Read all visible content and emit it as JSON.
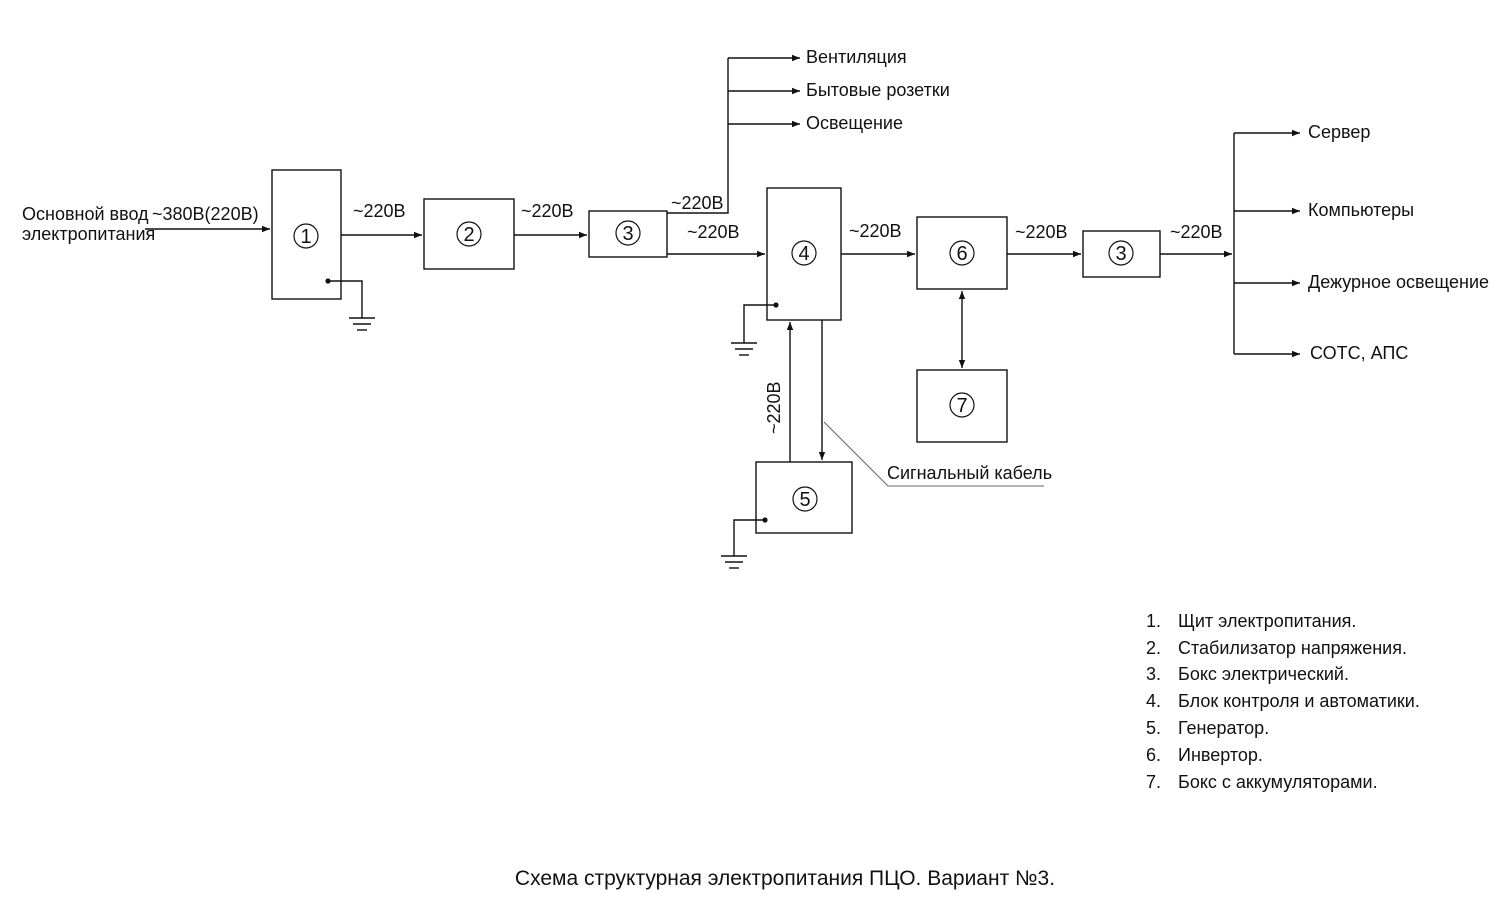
{
  "input_label": [
    "Основной ввод",
    "электропитания"
  ],
  "voltages": {
    "main_in": "~380В(220В)",
    "v1": "~220В",
    "v2": "~220В",
    "v3_top": "~220В",
    "v3_bottom": "~220В",
    "v4": "~220В",
    "v6": "~220В",
    "v3b": "~220В",
    "gen": "~220В"
  },
  "blocks": {
    "b1": "1",
    "b2": "2",
    "b3a": "3",
    "b4": "4",
    "b5": "5",
    "b6": "6",
    "b7": "7",
    "b3b": "3"
  },
  "branch_top": [
    "Вентиляция",
    "Бытовые розетки",
    "Освещение"
  ],
  "branch_right": [
    "Сервер",
    "Компьютеры",
    "Дежурное освещение",
    "СОТС, АПС"
  ],
  "signal_cable_label": "Сигнальный кабель",
  "legend": [
    {
      "num": "1.",
      "text": "Щит электропитания."
    },
    {
      "num": "2.",
      "text": "Стабилизатор напряжения."
    },
    {
      "num": "3.",
      "text": "Бокс электрический."
    },
    {
      "num": "4.",
      "text": "Блок контроля и автоматики."
    },
    {
      "num": "5.",
      "text": "Генератор."
    },
    {
      "num": "6.",
      "text": "Инвертор."
    },
    {
      "num": "7.",
      "text": "Бокс с аккумуляторами."
    }
  ],
  "caption": "Схема структурная электропитания ПЦО. Вариант №3."
}
